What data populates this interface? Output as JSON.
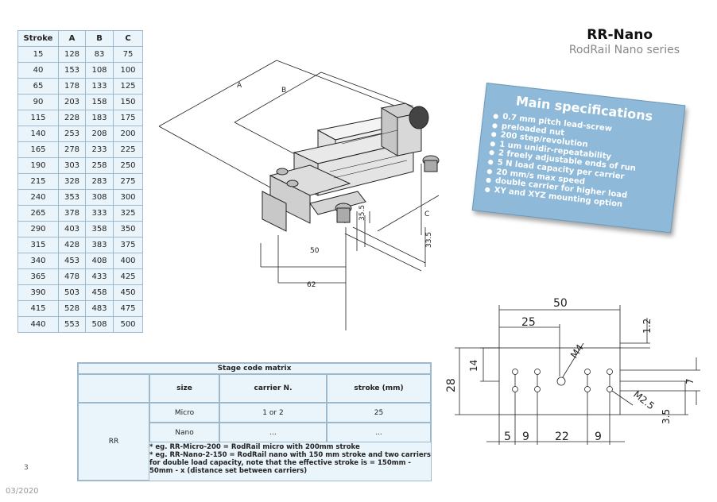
{
  "header": {
    "title": "RR-Nano",
    "subtitle": "RodRail Nano series"
  },
  "stroke_table": {
    "headers": [
      "Stroke",
      "A",
      "B",
      "C"
    ],
    "rows": [
      [
        "15",
        "128",
        "83",
        "75"
      ],
      [
        "40",
        "153",
        "108",
        "100"
      ],
      [
        "65",
        "178",
        "133",
        "125"
      ],
      [
        "90",
        "203",
        "158",
        "150"
      ],
      [
        "115",
        "228",
        "183",
        "175"
      ],
      [
        "140",
        "253",
        "208",
        "200"
      ],
      [
        "165",
        "278",
        "233",
        "225"
      ],
      [
        "190",
        "303",
        "258",
        "250"
      ],
      [
        "215",
        "328",
        "283",
        "275"
      ],
      [
        "240",
        "353",
        "308",
        "300"
      ],
      [
        "265",
        "378",
        "333",
        "325"
      ],
      [
        "290",
        "403",
        "358",
        "350"
      ],
      [
        "315",
        "428",
        "383",
        "375"
      ],
      [
        "340",
        "453",
        "408",
        "400"
      ],
      [
        "365",
        "478",
        "433",
        "425"
      ],
      [
        "390",
        "503",
        "458",
        "450"
      ],
      [
        "415",
        "528",
        "483",
        "475"
      ],
      [
        "440",
        "553",
        "508",
        "500"
      ]
    ]
  },
  "specs": {
    "title": "Main specifications",
    "items": [
      "0.7 mm pitch lead-screw",
      "preloaded nut",
      "200 step/revolution",
      "1 um unidir-repeatability",
      "2 freely adjustable ends of run",
      "5 N load capacity per carrier",
      "20 mm/s max speed",
      "double carrier for higher load",
      "XY and XYZ mounting option"
    ]
  },
  "iso_drawing": {
    "labels": {
      "a": "A",
      "b": "B",
      "c": "C",
      "d1": "50",
      "d2": "62",
      "d3": "35.5",
      "d4": "33.5"
    }
  },
  "front_drawing": {
    "labels": {
      "w50": "50",
      "w25": "25",
      "h12": "1.2",
      "m4": "M4",
      "h14": "14",
      "h28": "28",
      "h7": "7",
      "m25": "M2.5",
      "h35": "3.5",
      "b5": "5",
      "b9a": "9",
      "b22": "22",
      "b9b": "9"
    }
  },
  "matrix": {
    "title": "Stage code matrix",
    "col_size": "size",
    "col_carrier": "carrier N.",
    "col_stroke": "stroke (mm)",
    "code": "RR",
    "rows": [
      {
        "size": "Micro",
        "carrier": "1 or 2",
        "stroke": "25"
      },
      {
        "size": "Nano",
        "carrier": "...",
        "stroke": "..."
      }
    ],
    "notes": [
      "* eg. RR-Micro-200 = RodRail micro with 200mm stroke",
      "* eg. RR-Nano-2-150 = RodRail nano with 150 mm stroke and two carriers",
      "   for double load capacity, note that the effective stroke is = 150mm -",
      "   50mm - x (distance set between carriers)"
    ]
  },
  "footer": {
    "page": "3",
    "date": "03/2020"
  }
}
